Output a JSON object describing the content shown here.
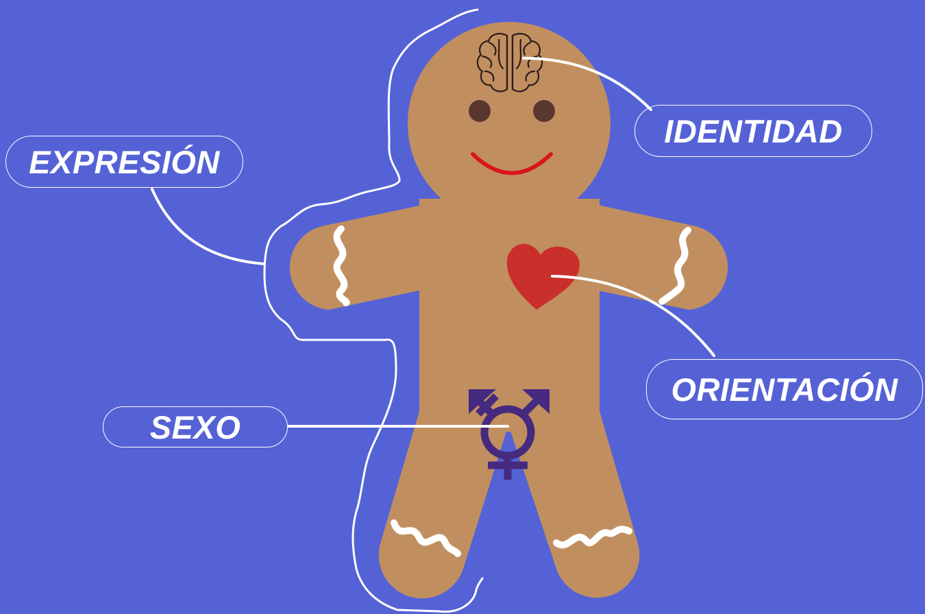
{
  "labels": {
    "expresion": "EXPRESIÓN",
    "identidad": "IDENTIDAD",
    "orientacion": "ORIENTACIÓN",
    "sexo": "SEXO"
  },
  "colors": {
    "background": "#5562d6",
    "body": "#c18f5f",
    "eyes": "#5a362e",
    "smile": "#d9161c",
    "heart": "#c9302c",
    "gender_symbol": "#452a7f",
    "lines": "#ffffff"
  },
  "icons": [
    "brain-icon",
    "heart-icon",
    "transgender-symbol-icon"
  ]
}
